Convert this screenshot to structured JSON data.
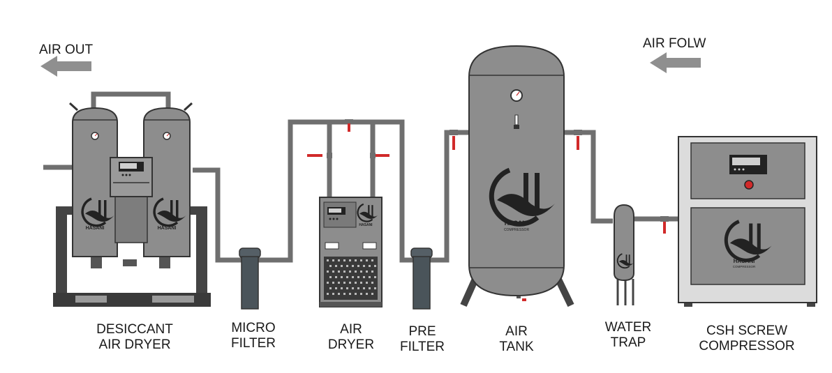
{
  "flow": {
    "air_out_label": "AIR OUT",
    "air_flow_label": "AIR FOLW"
  },
  "components": {
    "desiccant_dryer": {
      "line1": "DESICCANT",
      "line2": "AIR DRYER"
    },
    "micro_filter": {
      "line1": "MICRO",
      "line2": "FILTER"
    },
    "air_dryer": {
      "line1": "AIR",
      "line2": "DRYER"
    },
    "pre_filter": {
      "line1": "PRE",
      "line2": "FILTER"
    },
    "air_tank": {
      "line1": "AIR",
      "line2": "TANK"
    },
    "water_trap": {
      "line1": "WATER",
      "line2": "TRAP"
    },
    "screw_compressor": {
      "line1": "CSH SCREW",
      "line2": "COMPRESSOR"
    }
  },
  "brand": {
    "name": "HASANI",
    "sub": "COMPRESSOR"
  },
  "colors": {
    "equipment": "#8d8d8d",
    "pipe": "#7a7a7a",
    "valve": "#d12a2a",
    "dark": "#3c3c3c",
    "filter_body": "#4a545a",
    "arrow": "#8f8f8f"
  }
}
